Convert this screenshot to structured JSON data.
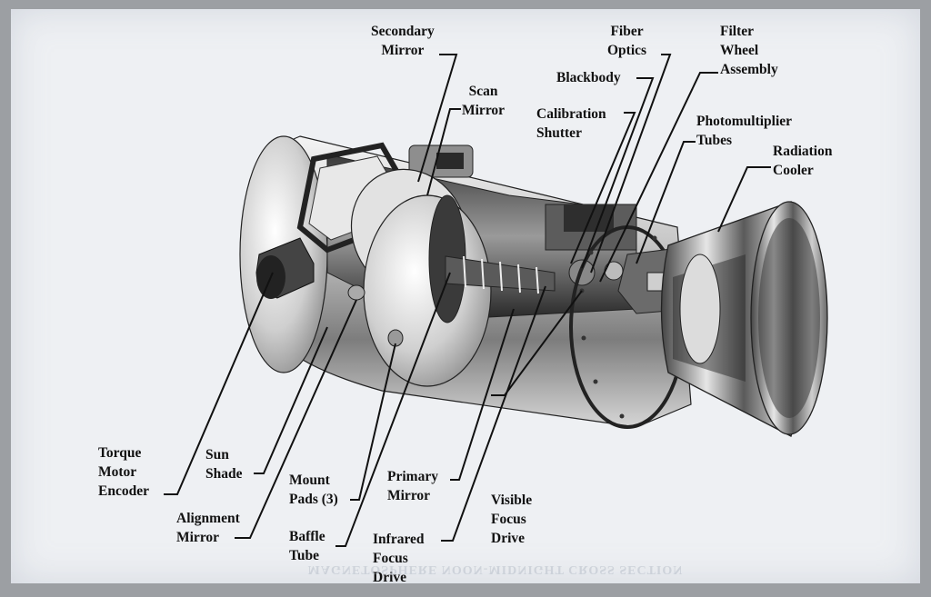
{
  "labels": {
    "secondary_mirror": [
      "Secondary",
      "Mirror"
    ],
    "scan_mirror": [
      "Scan",
      "Mirror"
    ],
    "fiber_optics": [
      "Fiber",
      "Optics"
    ],
    "filter_wheel_assembly": [
      "Filter",
      "Wheel",
      "Assembly"
    ],
    "blackbody": [
      "Blackbody"
    ],
    "calibration_shutter": [
      "Calibration",
      "Shutter"
    ],
    "photomultiplier_tubes": [
      "Photomultiplier",
      "Tubes"
    ],
    "radiation_cooler": [
      "Radiation",
      "Cooler"
    ],
    "torque_motor_encoder": [
      "Torque",
      "Motor",
      "Encoder"
    ],
    "sun_shade": [
      "Sun",
      "Shade"
    ],
    "alignment_mirror": [
      "Alignment",
      "Mirror"
    ],
    "mount_pads": [
      "Mount",
      "Pads (3)"
    ],
    "baffle_tube": [
      "Baffle",
      "Tube"
    ],
    "primary_mirror": [
      "Primary",
      "Mirror"
    ],
    "infrared_focus_drive": [
      "Infrared",
      "Focus",
      "Drive"
    ],
    "visible_focus_drive": [
      "Visible",
      "Focus",
      "Drive"
    ]
  },
  "mirrored_caption": "MAGNETOSPHERE NOON-MIDNIGHT CROSS SECTION",
  "colors": {
    "page_background": "#9c9fa3",
    "card_background": "#eef0f3",
    "ink": "#111111"
  }
}
